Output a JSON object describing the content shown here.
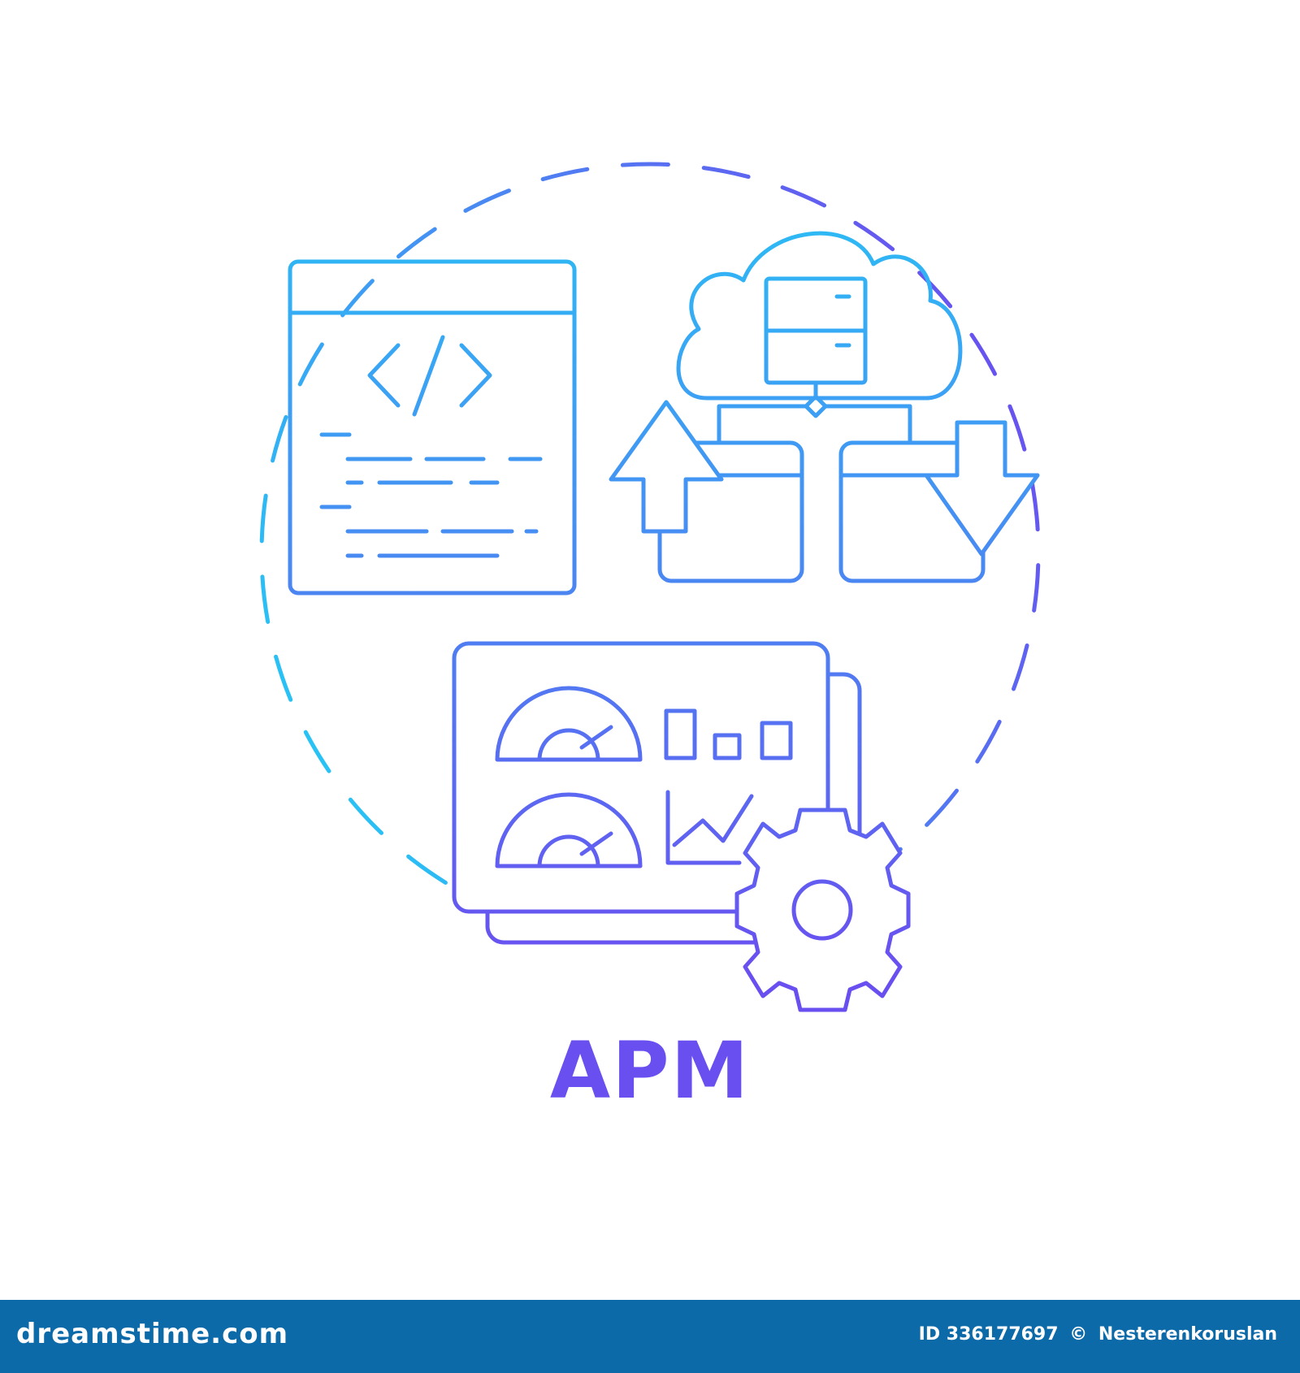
{
  "illustration": {
    "title": "APM",
    "colors": {
      "gradient_top": "#28c3f5",
      "gradient_bottom": "#6a4ff0",
      "background": "#ffffff"
    },
    "icons": [
      "code-window-icon",
      "cloud-server-icon",
      "upload-arrow-icon",
      "download-arrow-icon",
      "folder-icon",
      "dashboard-icon",
      "gauge-icon",
      "bar-chart-icon",
      "line-chart-icon",
      "gear-icon"
    ]
  },
  "footer": {
    "site": "dreamstime.com",
    "id_label": "ID 336177697",
    "copyright": "©",
    "author": "Nesterenkoruslan",
    "background": "#0d6aa8"
  }
}
